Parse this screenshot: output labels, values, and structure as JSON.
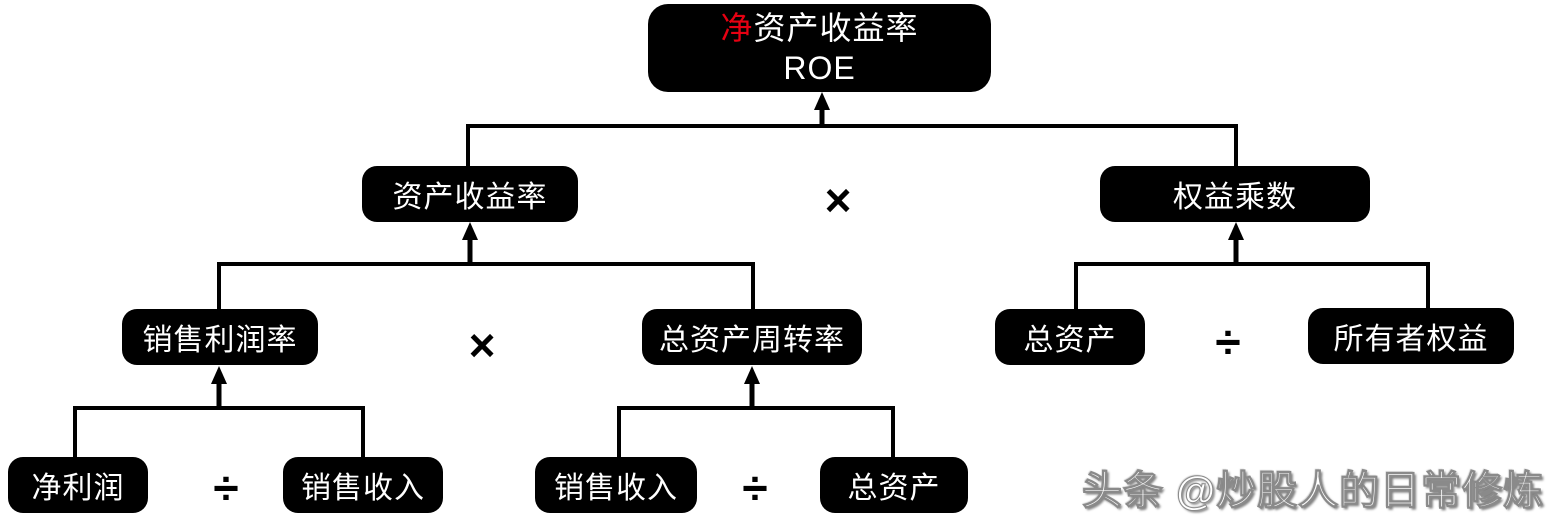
{
  "diagram": {
    "title_meaning": "DuPont analysis decomposition of ROE",
    "nodes": {
      "roe": {
        "line1_red": "净",
        "line1_rest": "资产收益率",
        "line2": "ROE"
      },
      "asset_return": {
        "label": "资产收益率"
      },
      "equity_multiplier": {
        "label": "权益乘数"
      },
      "sales_margin": {
        "label": "销售利润率"
      },
      "asset_turnover": {
        "label": "总资产周转率"
      },
      "total_assets_left": {
        "label": "总资产"
      },
      "owners_equity": {
        "label": "所有者权益"
      },
      "net_profit": {
        "label": "净利润"
      },
      "sales_revenue_left": {
        "label": "销售收入"
      },
      "sales_revenue_mid": {
        "label": "销售收入"
      },
      "total_assets_bottom": {
        "label": "总资产"
      }
    },
    "operators": {
      "multiply_level2": "×",
      "multiply_level3": "×",
      "divide_level3": "÷",
      "divide_level4_left": "÷",
      "divide_level4_mid": "÷"
    },
    "colors": {
      "node_background": "#000000",
      "node_text": "#ffffff",
      "highlight_red": "#e60012",
      "line": "#000000",
      "page_background": "#ffffff"
    }
  },
  "watermark": {
    "text": "头条 @炒股人的日常修炼"
  }
}
